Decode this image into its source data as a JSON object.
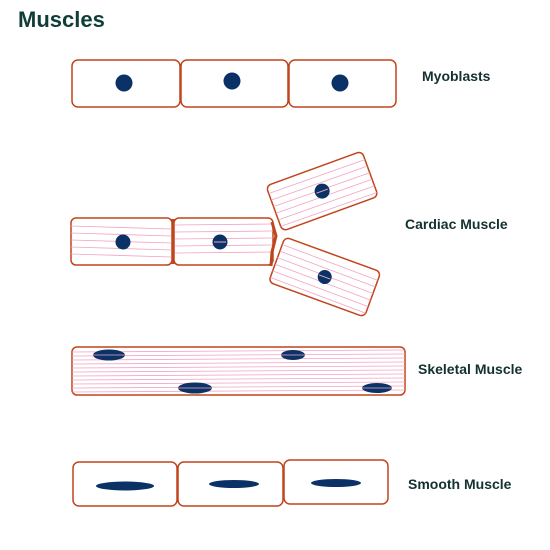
{
  "title": "Muscles",
  "colors": {
    "cell_border": "#c0441c",
    "nucleus": "#0b3266",
    "striation": "#f2a3c4",
    "title": "#0f3d3a"
  },
  "rows": {
    "myoblasts": {
      "label": "Myoblasts",
      "cell_count": 3
    },
    "cardiac": {
      "label": "Cardiac Muscle",
      "cell_count": 4
    },
    "skeletal": {
      "label": "Skeletal Muscle",
      "nucleus_count": 4
    },
    "smooth": {
      "label": "Smooth Muscle",
      "cell_count": 3
    }
  }
}
